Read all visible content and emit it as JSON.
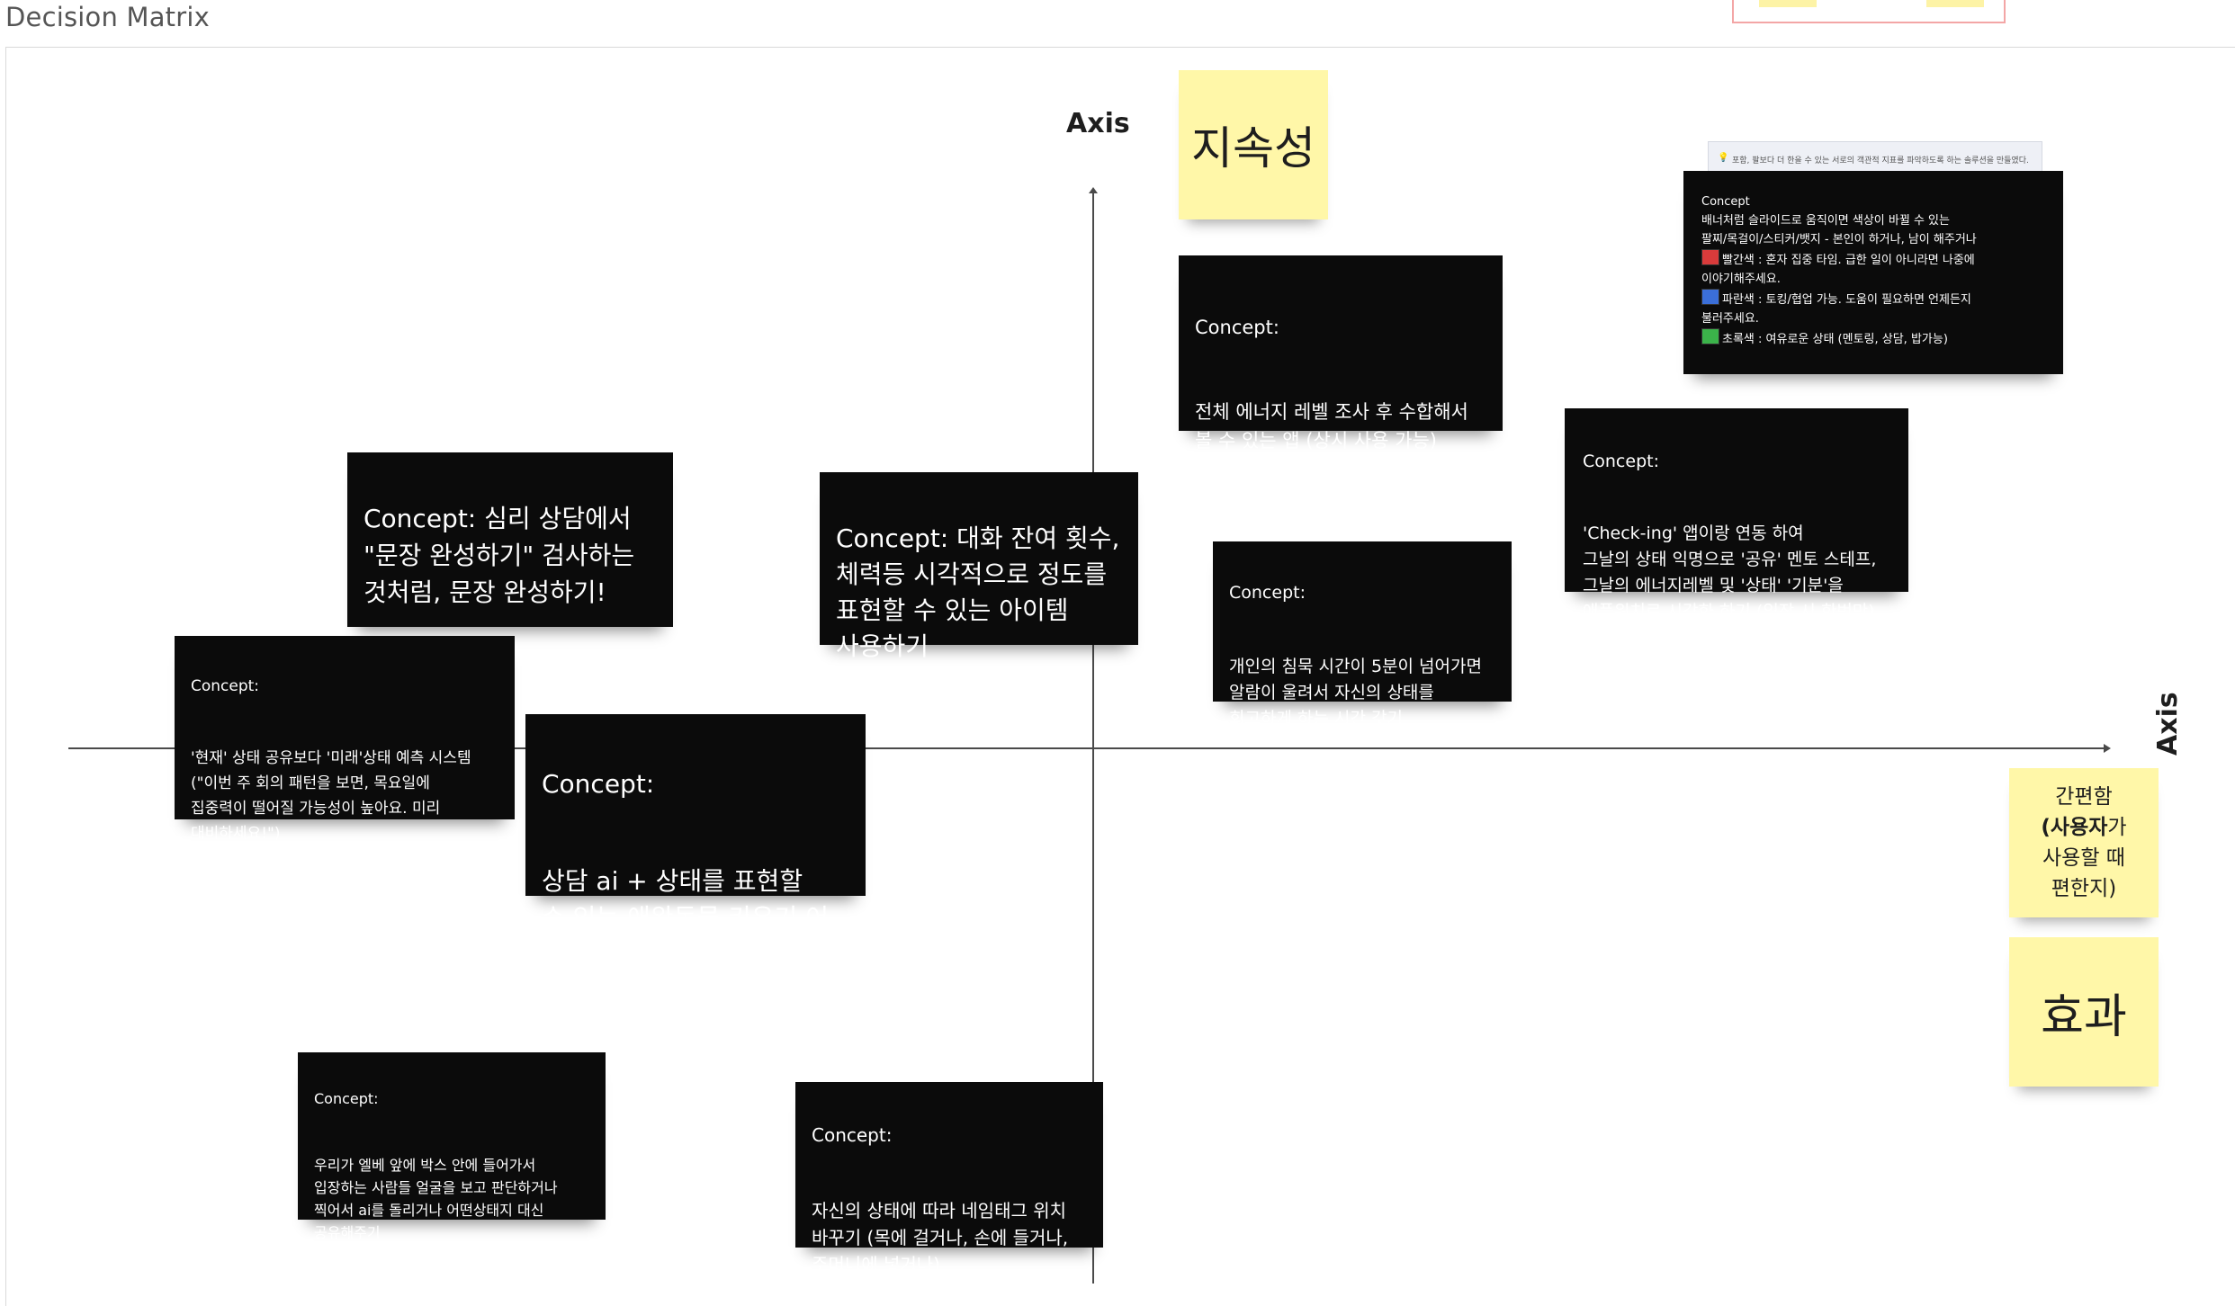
{
  "frame": {
    "title": "Decision Matrix"
  },
  "axes": {
    "vertical_label": "Axis",
    "horizontal_label": "Axis"
  },
  "stickies": {
    "sustainability": "지속성",
    "ease": {
      "line1": "간편함",
      "line2_bold": "(사용자",
      "line2_rest": "가",
      "line3": "사용할 때",
      "line4": "편한지)"
    },
    "effect": "효과"
  },
  "legend_strip": {
    "text": "포함, 팔보다 더 한을 수 있는 서로의 객관적 지표를 파악하도록 하는 솔루션을 만들였다."
  },
  "cards": {
    "energy_app": {
      "title": "Concept:",
      "body": "전체 에너지 레벨 조사 후 수합해서\n볼 수 있는 앱 (상시 사용 가능)"
    },
    "battery_color": {
      "title": "Concept",
      "line1": "배너처럼 슬라이드로 움직이면 색상이 바뀔 수 있는",
      "line2": "팔찌/목걸이/스티커/뱃지 - 본인이 하거나, 남이 해주거나",
      "red": "빨간색 : 혼자 집중 타임. 급한 일이 아니라면 나중에",
      "red2": "이야기해주세요.",
      "blue": "파란색 : 토킹/협업 가능. 도움이 필요하면 언제든지",
      "blue2": "불러주세요.",
      "green": "초록색 : 여유로운 상태 (멘토링, 상담, 밥가능)"
    },
    "checking": {
      "title": "Concept:",
      "body": "'Check-ing' 앱이랑 연동 하여\n그날의 상태 익명으로 '공유' 멘토 스테프,\n그날의 에너지레벨 및 '상태' '기분'을\n애플워치로 시각화 하기 (입장 시 한번만)"
    },
    "sentence": {
      "body": "Concept: 심리 상담에서\n\"문장 완성하기\" 검사하는\n 것처럼, 문장 완성하기!"
    },
    "conversation": {
      "body": "Concept: 대화 잔여 횟수,\n체력등 시각적으로 정도를\n표현할 수 있는 아이템\n사용하기"
    },
    "silence": {
      "title": "Concept:",
      "body": "개인의 침묵 시간이 5분이 넘어가면\n알람이 울려서 자신의 상태를\n회고하게 하는 시간 갖기"
    },
    "predict": {
      "title": "Concept:",
      "body": "'현재' 상태 공유보다 '미래'상태 예측 시스템\n(\"이번 주 회의 패턴을 보면, 목요일에\n집중력이 떨어질 가능성이 높아요. 미리\n대비하세요!\")"
    },
    "pet": {
      "title": "Concept:",
      "body": "상담 ai + 상태를 표현할\n수 있는 애완동물 키우기 어플"
    },
    "elevator": {
      "title": "Concept:",
      "body": "우리가 엘베 앞에 박스 안에 들어가서\n입장하는 사람들 얼굴을 보고 판단하거나\n찍어서 ai를 돌리거나 어떤상태지 대신\n공유해주기"
    },
    "nametag": {
      "title": "Concept:",
      "body": "자신의 상태에 따라 네임태그 위치\n바꾸기 (목에 걸거나, 손에 들거나,\n주머니에 넣거나)"
    }
  },
  "colors": {
    "card_bg": "#0b0b0b",
    "sticky_bg": "#fff7a8",
    "axis": "#4a4a4a"
  }
}
